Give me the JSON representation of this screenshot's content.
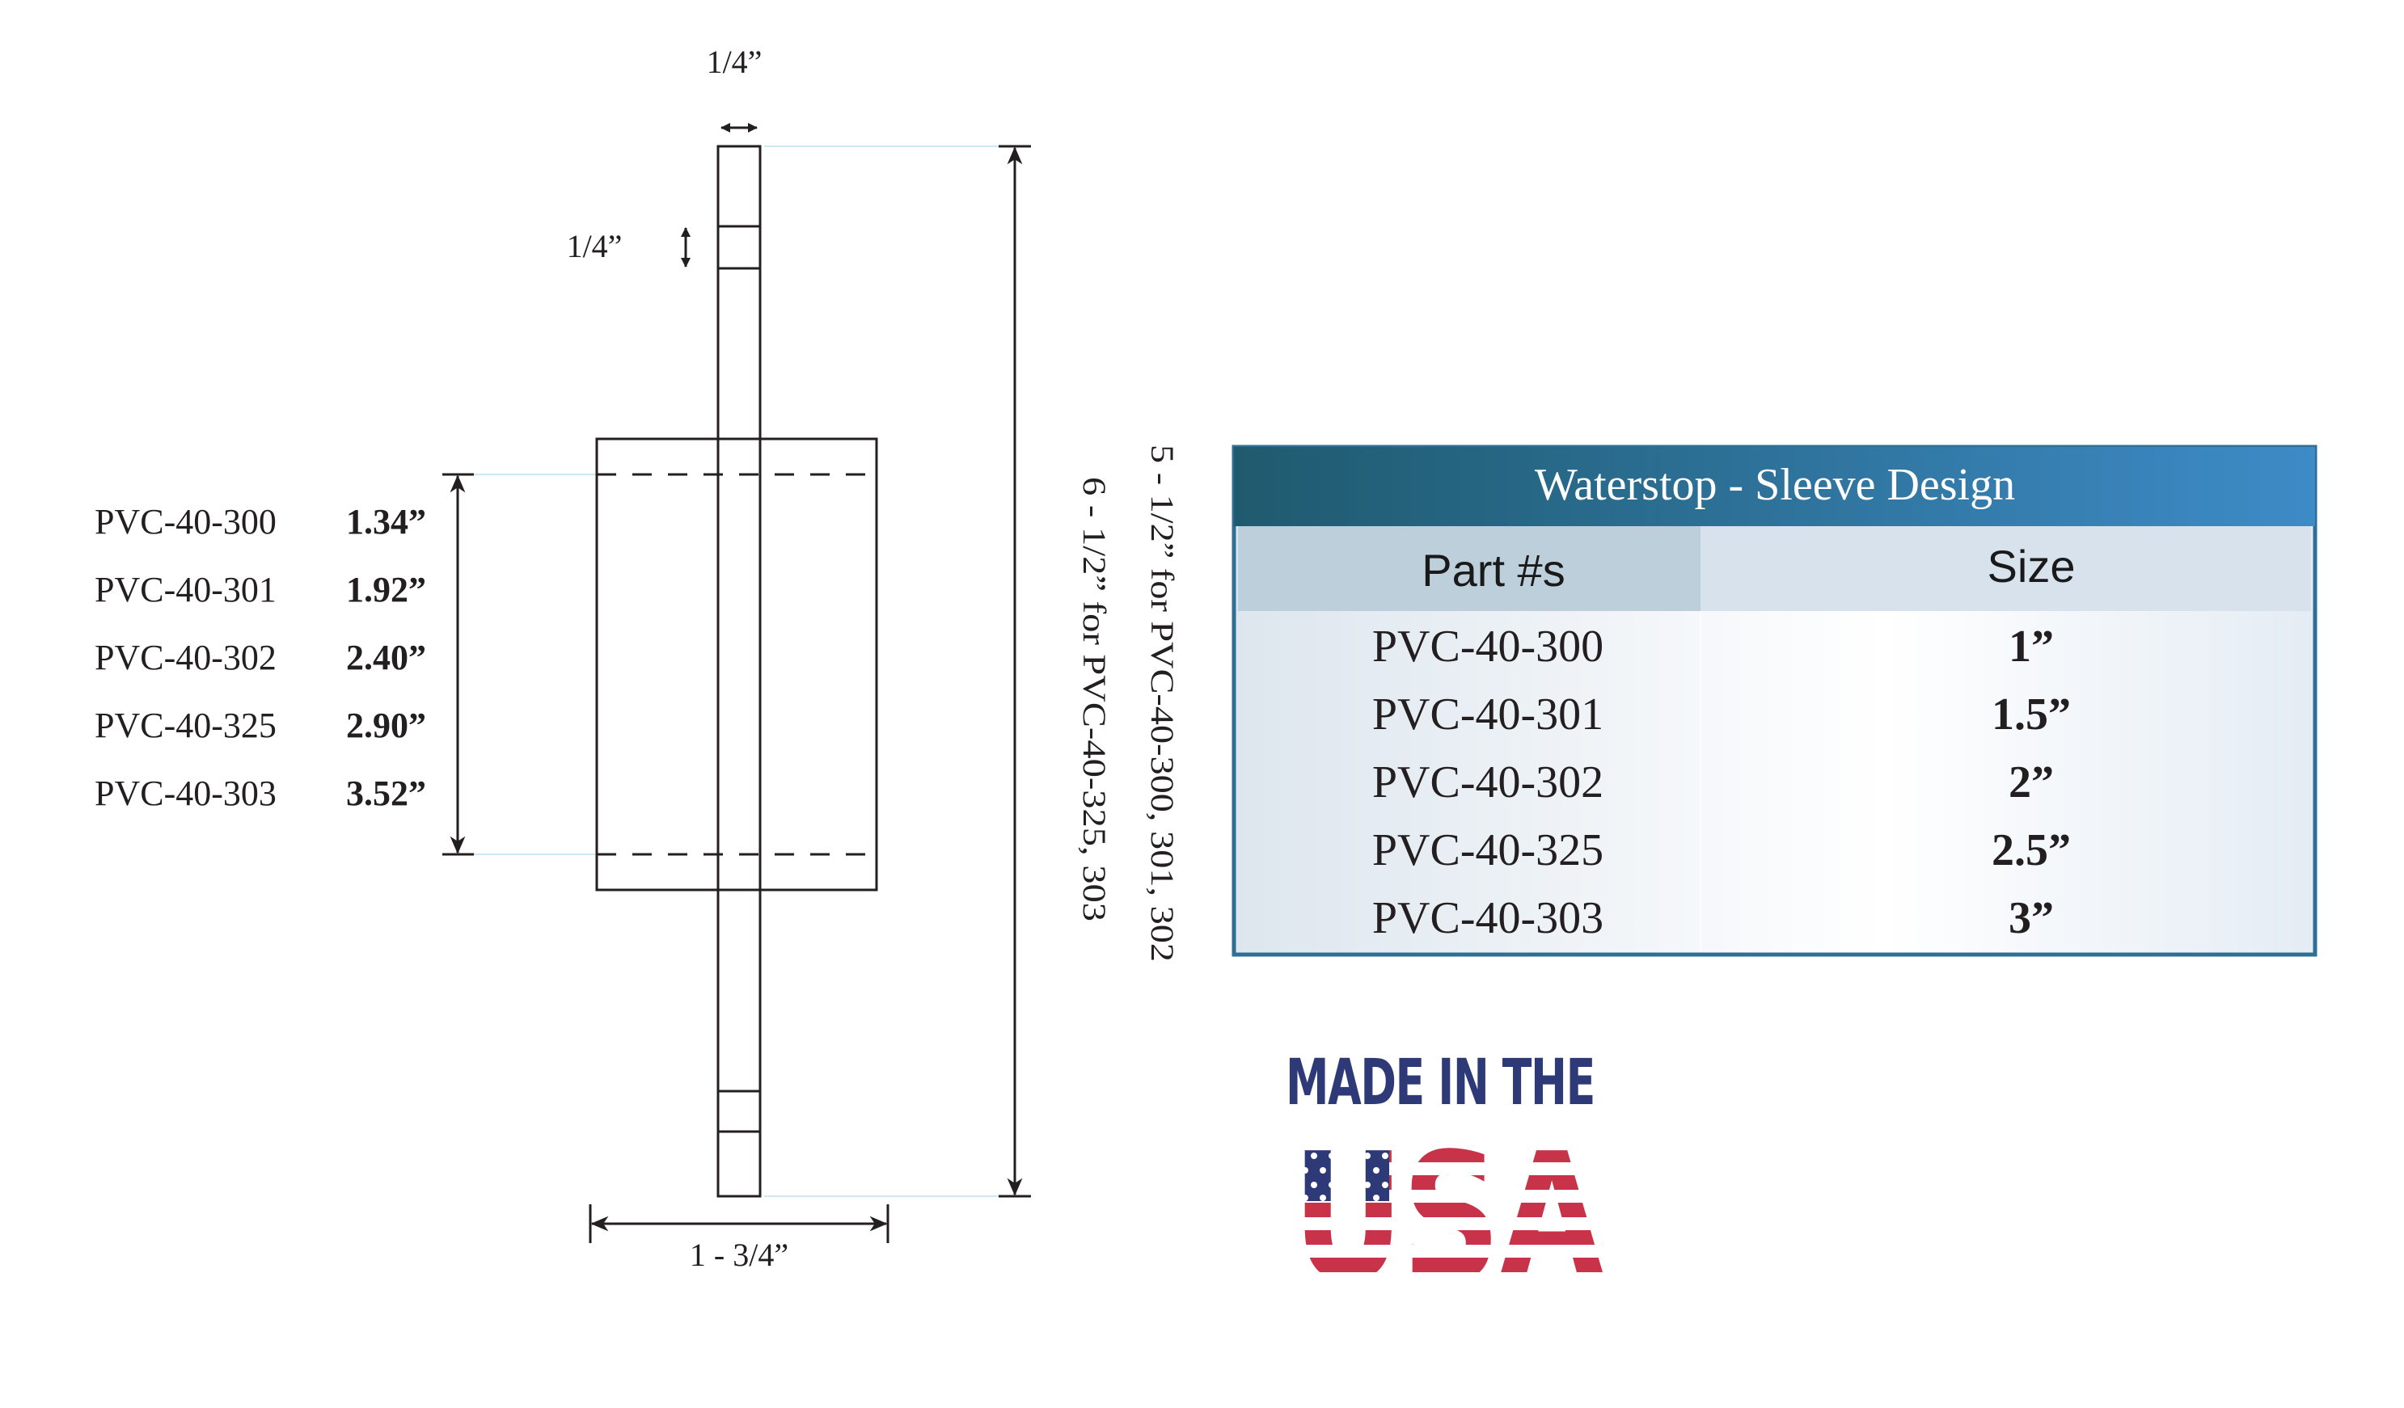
{
  "dimensions": {
    "top_width": "1/4”",
    "notch_height": "1/4”",
    "base_width": "1 - 3/4”",
    "overall_a": "5 - 1/2” for PVC-40-300, 301, 302",
    "overall_b": "6 - 1/2” for PVC-40-325, 303"
  },
  "sleeve_lengths": [
    {
      "part": "PVC-40-300",
      "value": "1.34”"
    },
    {
      "part": "PVC-40-301",
      "value": "1.92”"
    },
    {
      "part": "PVC-40-302",
      "value": "2.40”"
    },
    {
      "part": "PVC-40-325",
      "value": "2.90”"
    },
    {
      "part": "PVC-40-303",
      "value": "3.52”"
    }
  ],
  "table": {
    "title": "Waterstop - Sleeve Design",
    "header": {
      "part": "Part #s",
      "size": "Size"
    },
    "rows": [
      {
        "part": "PVC-40-300",
        "size": "1”"
      },
      {
        "part": "PVC-40-301",
        "size": "1.5”"
      },
      {
        "part": "PVC-40-302",
        "size": "2”"
      },
      {
        "part": "PVC-40-325",
        "size": "2.5”"
      },
      {
        "part": "PVC-40-303",
        "size": "3”"
      }
    ],
    "colors": {
      "title_start": "#1f5a6e",
      "title_end": "#3d8bc7",
      "header_left": "#bccfdb",
      "header_right": "#d7e2ed",
      "border": "#2f6f95"
    }
  },
  "logo": {
    "line1": "MADE IN THE",
    "line2": "USA",
    "colors": {
      "navy": "#2e3a78",
      "red": "#c8334a",
      "white": "#ffffff"
    }
  }
}
